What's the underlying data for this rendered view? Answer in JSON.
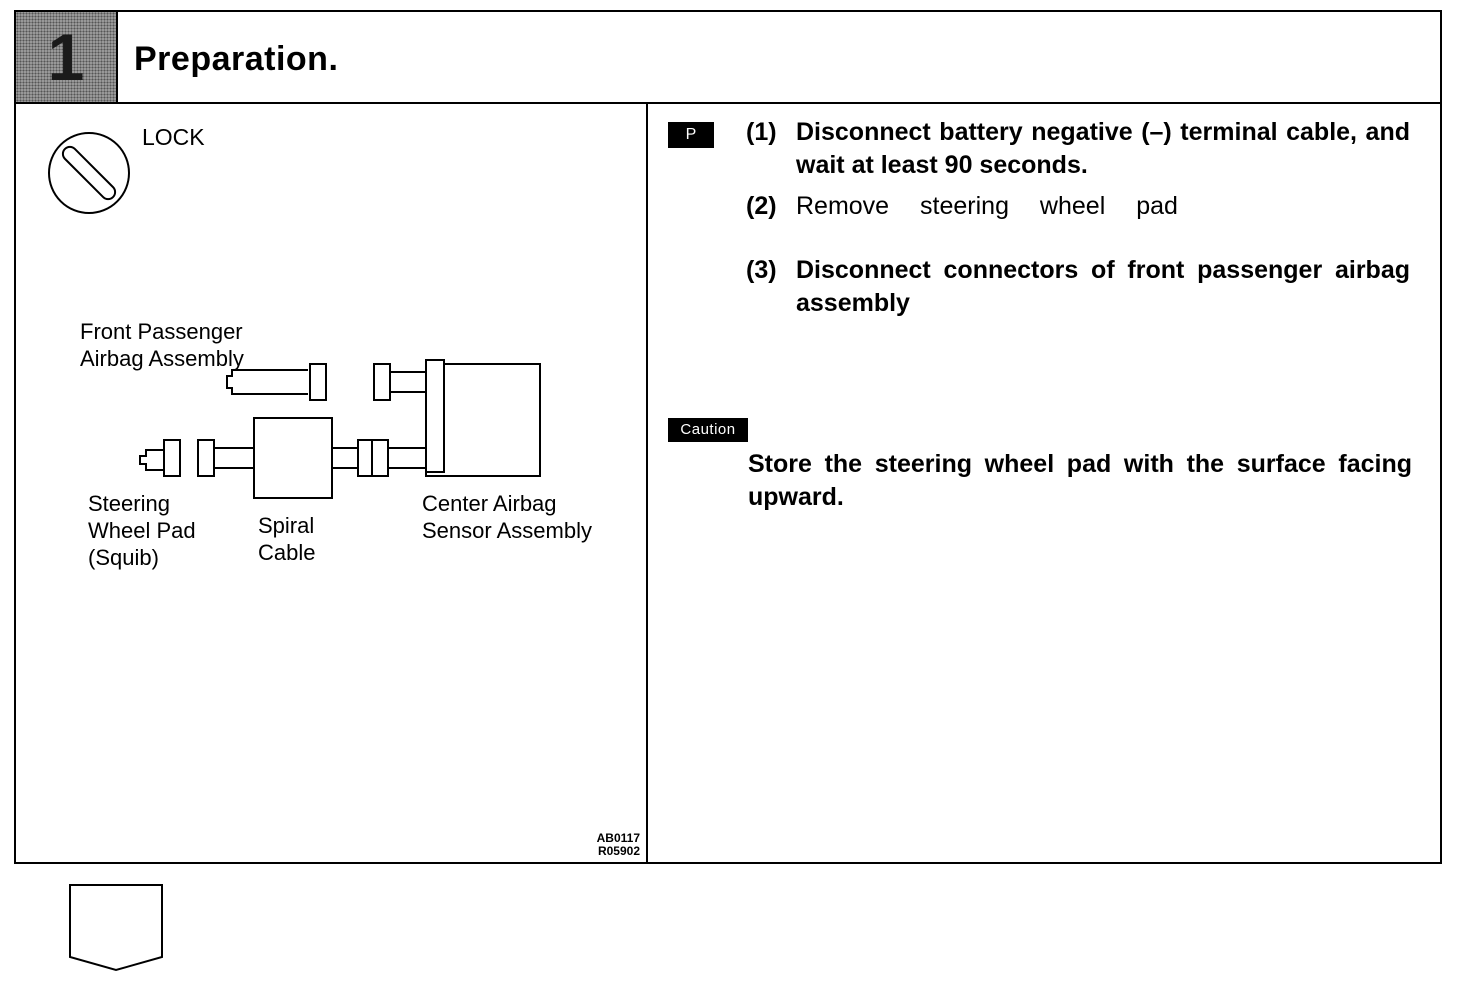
{
  "header": {
    "step_number": "1",
    "title": "Preparation."
  },
  "left_panel": {
    "lock_label": "LOCK",
    "diagram_labels": {
      "front_passenger": [
        "Front Passenger",
        "Airbag Assembly"
      ],
      "steering_wheel_pad": [
        "Steering",
        "Wheel Pad",
        "(Squib)"
      ],
      "spiral_cable": [
        "Spiral",
        "Cable"
      ],
      "center_sensor": [
        "Center Airbag",
        "Sensor Assembly"
      ]
    },
    "figure_codes": [
      "AB0117",
      "R05902"
    ]
  },
  "right_panel": {
    "p_tag": "P",
    "steps": [
      {
        "num": "(1)",
        "text": "Disconnect battery negative (–) terminal cable, and wait at least 90 seconds."
      },
      {
        "num": "(2)",
        "text": "Remove steering wheel pad"
      },
      {
        "num": "(3)",
        "text": "Disconnect connectors of front passenger airbag assembly"
      }
    ],
    "caution_tag": "Caution",
    "caution_text": "Store the steering wheel pad with the surface facing upward."
  }
}
